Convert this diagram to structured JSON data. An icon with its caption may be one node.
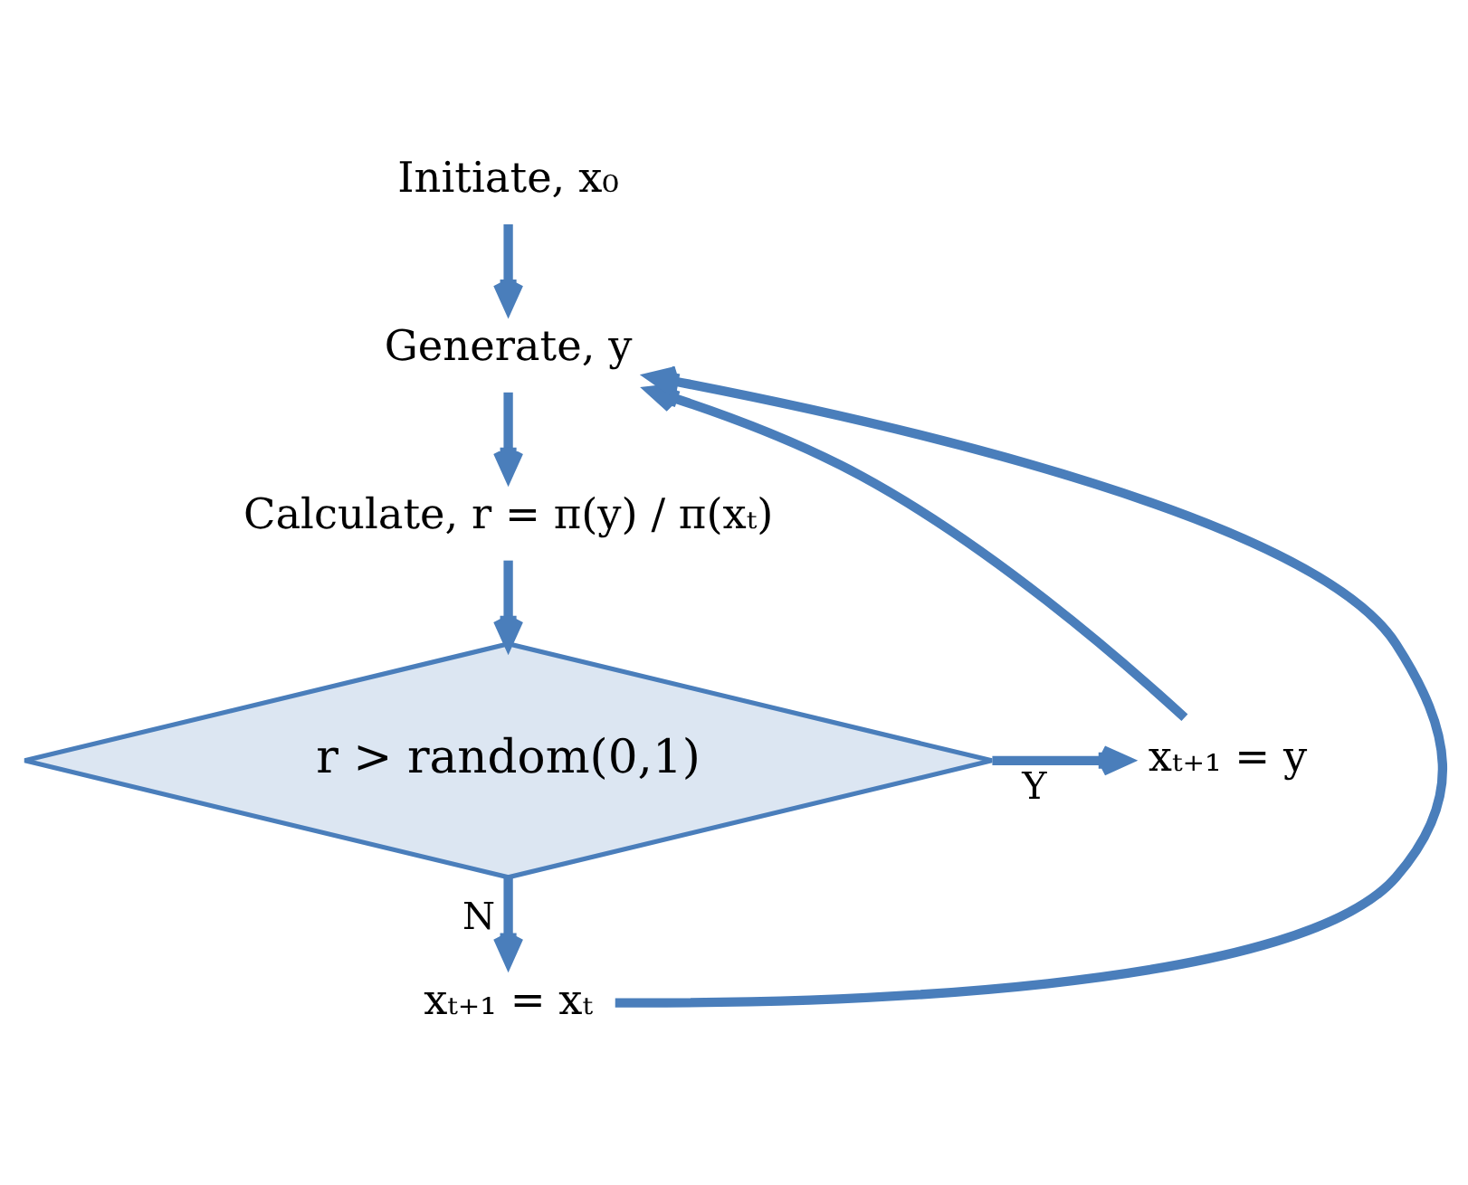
{
  "diagram": {
    "nodes": [
      {
        "text": [
          "Initiate, x₀"
        ]
      },
      {
        "text": [
          "Generate, y"
        ]
      },
      {
        "text": [
          "Calculate, r = π(y) / π(xₜ)"
        ]
      },
      {
        "text": [
          "r > random(0,1)"
        ]
      },
      {
        "text": [
          "xₜ₊₁ = y"
        ]
      },
      {
        "text": [
          "xₜ₊₁ = xₜ"
        ]
      }
    ],
    "edges": [
      {
        "from": 0,
        "to": 1,
        "arrow": "to"
      },
      {
        "from": 1,
        "to": 2,
        "arrow": "to"
      },
      {
        "from": 2,
        "to": 3,
        "arrow": "to"
      },
      {
        "from": 3,
        "to": 4,
        "arrow": "to",
        "label": "Y"
      },
      {
        "from": 3,
        "to": 5,
        "arrow": "to",
        "label": "N"
      },
      {
        "from": 4,
        "to": 1,
        "arrow": "to"
      },
      {
        "from": 5,
        "to": 1,
        "arrow": "to"
      }
    ]
  }
}
